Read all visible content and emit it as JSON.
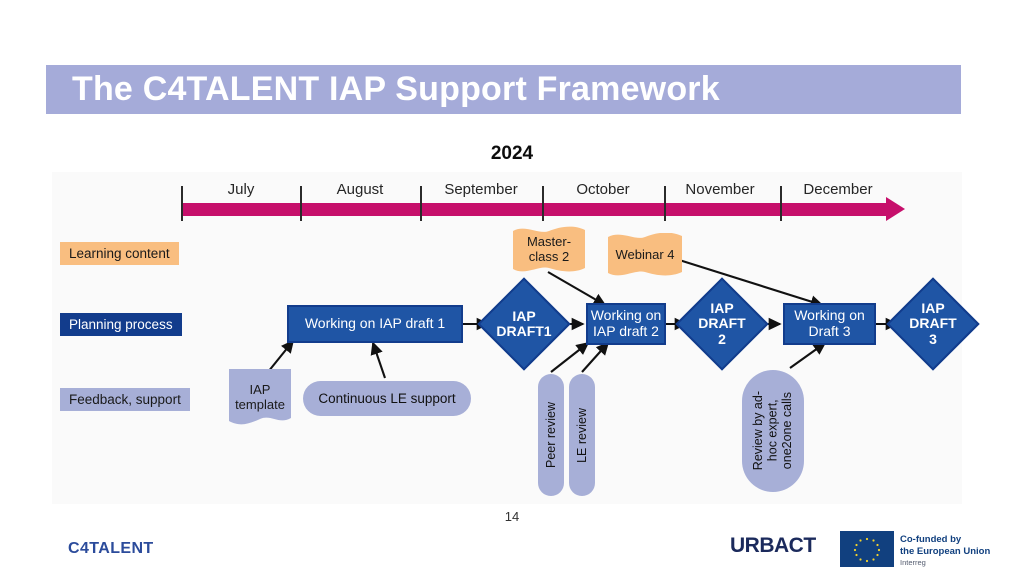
{
  "slide": {
    "title": "The C4TALENT IAP Support Framework",
    "year": "2024",
    "page_number": "14",
    "brand": "C4TALENT"
  },
  "timeline": {
    "months": [
      "July",
      "August",
      "September",
      "October",
      "November",
      "December"
    ],
    "bar_color": "#c60f6b"
  },
  "rows": [
    {
      "key": "learning",
      "label": "Learning content",
      "color": "#f9be80"
    },
    {
      "key": "planning",
      "label": "Planning process",
      "color": "#123c8c"
    },
    {
      "key": "feedback",
      "label": "Feedback, support",
      "color": "#a7afd7"
    }
  ],
  "learning_content": [
    {
      "label": "Master-\nclass 2"
    },
    {
      "label": "Webinar 4"
    }
  ],
  "planning_process": [
    {
      "type": "rect",
      "label": "Working on IAP draft 1"
    },
    {
      "type": "diamond",
      "label": "IAP\nDRAFT1"
    },
    {
      "type": "rect",
      "label": "Working on\nIAP draft 2"
    },
    {
      "type": "diamond",
      "label": "IAP\nDRAFT\n2"
    },
    {
      "type": "rect",
      "label": "Working on\nDraft 3"
    },
    {
      "type": "diamond",
      "label": "IAP\nDRAFT\n3"
    }
  ],
  "feedback_support": [
    {
      "type": "doc",
      "label": "IAP\ntemplate"
    },
    {
      "type": "pill",
      "label": "Continuous LE support"
    },
    {
      "type": "pill-v",
      "label": "Peer review"
    },
    {
      "type": "pill-v",
      "label": "LE review"
    },
    {
      "type": "pill-v",
      "label": "Review by ad-\nhoc expert,\none2one calls"
    }
  ],
  "footer": {
    "urbact": "URBACT",
    "eu_line1": "Co-funded by",
    "eu_line2": "the European Union",
    "eu_line3": "Interreg"
  }
}
